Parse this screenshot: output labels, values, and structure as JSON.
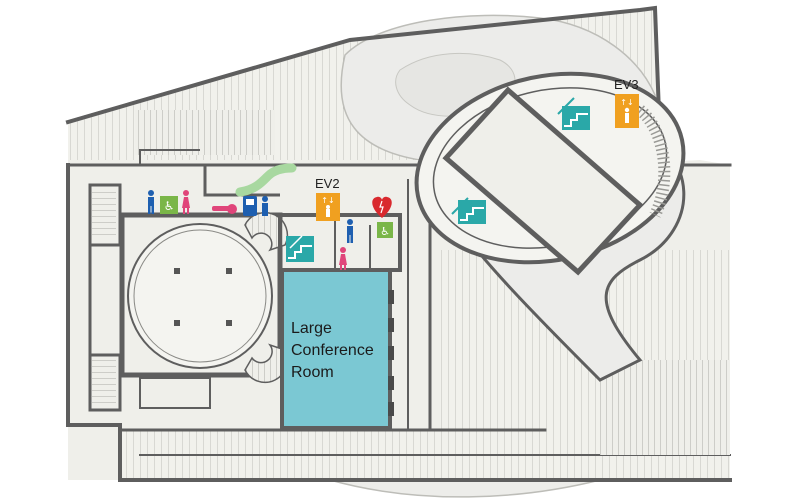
{
  "map": {
    "rooms": [
      {
        "id": "large-conference-room",
        "label_lines": [
          "Large",
          "Conference",
          "Room"
        ],
        "highlighted": true
      }
    ],
    "elevators": [
      {
        "id": "ev2",
        "label": "EV2"
      },
      {
        "id": "ev3",
        "label": "EV3"
      }
    ],
    "icons": [
      "male-restroom-icon",
      "female-restroom-icon",
      "accessible-restroom-icon",
      "elevator-icon",
      "escalator-icon",
      "aed-icon",
      "nursing-room-icon",
      "vending-machine-icon"
    ]
  },
  "colors": {
    "background": "#ffffff",
    "floor": "#efefea",
    "wall": "#5e5e5e",
    "highlight_room": "#7bc8d3",
    "elevator": "#f0a020",
    "escalator": "#2aa8a8",
    "male": "#1e5fb0",
    "female": "#e0457a",
    "accessible": "#7ab648",
    "aed": "#d9292e",
    "ramp": "#a8d8a0"
  }
}
